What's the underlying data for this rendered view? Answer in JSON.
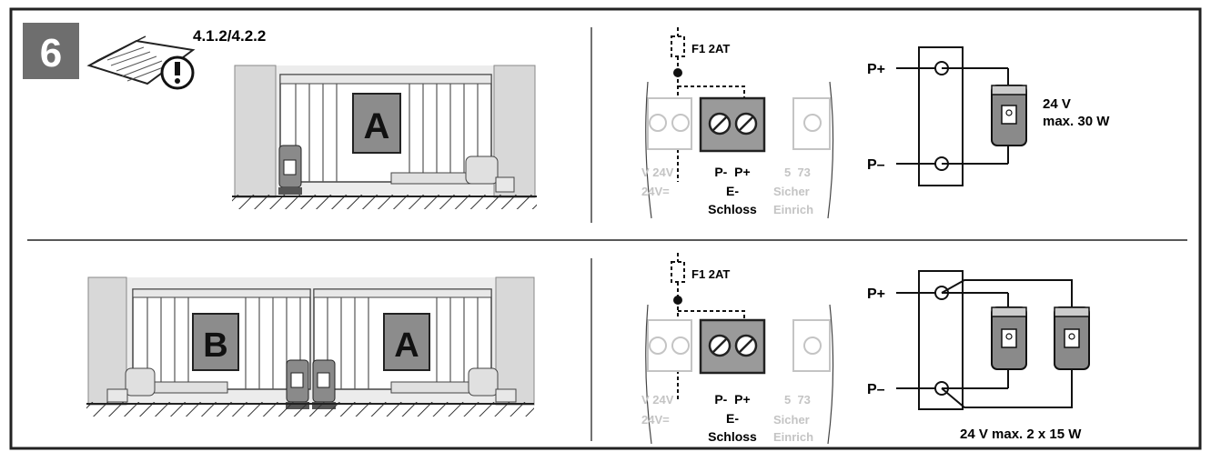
{
  "step": {
    "number": "6",
    "reference": "4.1.2/4.2.2",
    "manual_icon": "manual-warning-icon"
  },
  "row1": {
    "gate_label": "A",
    "fuse": "F1 2AT",
    "terminals": {
      "left_top": "V 24V",
      "left_bottom": "24V=",
      "main_top": "P-  P+",
      "main_mid": "E-",
      "main_bottom": "Schloss",
      "right_top": "5  73",
      "right_mid": "Sicher",
      "right_bottom": "Einrich"
    },
    "lock_plus": "P+",
    "lock_minus": "P–",
    "spec_line1": "24 V",
    "spec_line2": "max. 30 W"
  },
  "row2": {
    "gate_left_label": "B",
    "gate_right_label": "A",
    "fuse": "F1 2AT",
    "terminals": {
      "left_top": "V 24V",
      "left_bottom": "24V=",
      "main_top": "P-  P+",
      "main_mid": "E-",
      "main_bottom": "Schloss",
      "right_top": "5  73",
      "right_mid": "Sicher",
      "right_bottom": "Einrich"
    },
    "lock_plus": "P+",
    "lock_minus": "P–",
    "spec": "24 V max. 2 x 15 W"
  },
  "colors": {
    "frame": "#222222",
    "gate_fill": "#e6e6e6",
    "panel_fill": "#9a9a9a",
    "label_box": "#8c8c8c",
    "lock_fill": "#8a8a8a",
    "faded": "#c4c4c4",
    "step_box": "#6e6e6e"
  }
}
